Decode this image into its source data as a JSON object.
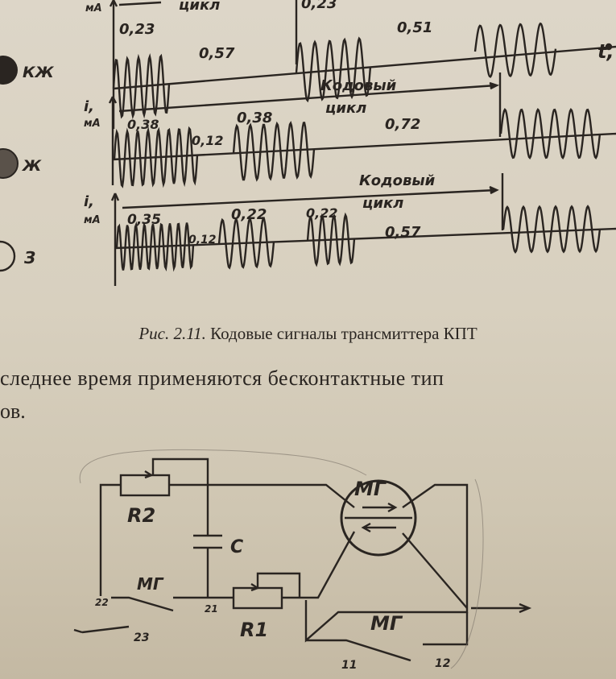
{
  "figure": {
    "rows": [
      {
        "axis_label": "мА",
        "cycle_label": "цикл",
        "segments": [
          "0,23",
          "0,57",
          "0,23",
          "0,51"
        ],
        "time_label": "t,"
      },
      {
        "axis_label_i": "i,",
        "axis_label": "мА",
        "cycle_title": "Кодовый",
        "cycle_label": "цикл",
        "segments": [
          "0,38",
          "0,12",
          "0,38",
          "0,72"
        ]
      },
      {
        "axis_label_i": "i,",
        "axis_label": "мА",
        "cycle_title": "Кодовый",
        "cycle_label": "цикл",
        "segments": [
          "0,35",
          "0,12",
          "0,22",
          "0,22",
          "0,57"
        ]
      }
    ],
    "legend": [
      "КЖ",
      "Ж",
      "З"
    ],
    "caption_prefix": "Рис. 2.11.",
    "caption_text": "Кодовые сигналы трансмиттера КПТ"
  },
  "body": {
    "line1": "следнее время применяются бесконтактные тип",
    "line2": "ов."
  },
  "circuit": {
    "labels": {
      "r2": "R2",
      "r1": "R1",
      "c": "C",
      "mg_top": "МГ",
      "mg_bottom": "МГ",
      "mg_left": "МГ"
    },
    "contacts": [
      "22",
      "21",
      "23",
      "11",
      "12"
    ]
  }
}
